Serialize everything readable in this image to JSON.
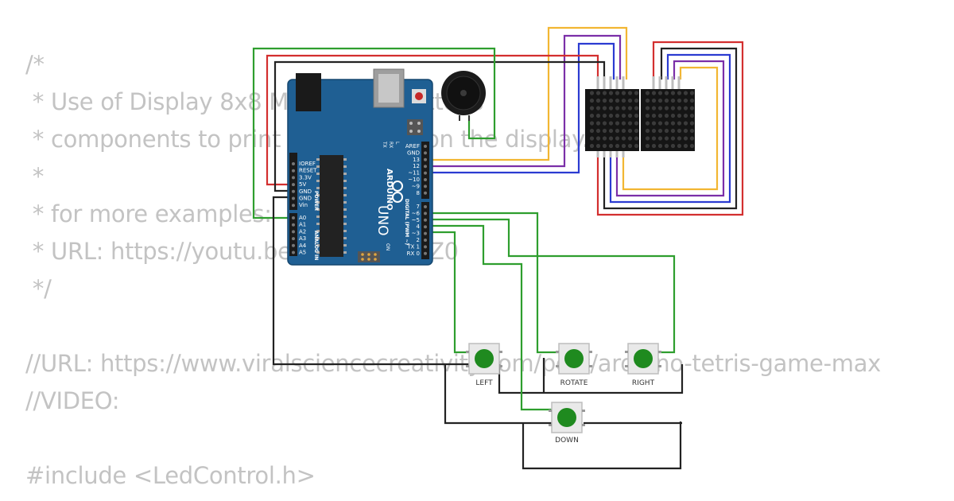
{
  "code_lines": [
    "/*",
    " * Use of Display 8x8 Matrix and buttons",
    " * components to print information on the display.",
    " *",
    " * for more examples:",
    " * URL: https://youtu.be/L6_Ghcb3QZ0",
    " */",
    "",
    "//URL: https://www.viralsciencecreativity.com/post/arduino-tetris-game-max",
    "//VIDEO:",
    "",
    "#include <LedControl.h>"
  ],
  "arduino": {
    "brand": "ARDUINO",
    "model": "UNO",
    "power_pins": [
      "IOREF",
      "RESET",
      "3.3V",
      "5V",
      "GND",
      "GND",
      "Vin"
    ],
    "power_label": "POWER",
    "analog_pins": [
      "A0",
      "A1",
      "A2",
      "A3",
      "A4",
      "A5"
    ],
    "analog_label": "ANALOG IN",
    "digital_top": [
      "AREF",
      "GND",
      "13",
      "12",
      "~11",
      "~10",
      "~9",
      "8"
    ],
    "digital_bottom": [
      "7",
      "~6",
      "~5",
      "4",
      "~3",
      "2",
      "TX 1",
      "RX 0"
    ],
    "digital_label": "DIGITAL (PWM ~)",
    "led_labels": [
      "L",
      "TX",
      "RX"
    ],
    "on_label": "ON"
  },
  "buttons": {
    "left": "LEFT",
    "rotate": "ROTATE",
    "right": "RIGHT",
    "down": "DOWN"
  },
  "colors": {
    "board": "#1f5f93",
    "wire_green": "#2e9e2e",
    "wire_red": "#d32f2f",
    "wire_black": "#222222",
    "wire_orange": "#f2b632",
    "wire_purple": "#7b2fa8",
    "wire_blue": "#2b3bd1",
    "button_cap": "#1f8a1f"
  }
}
